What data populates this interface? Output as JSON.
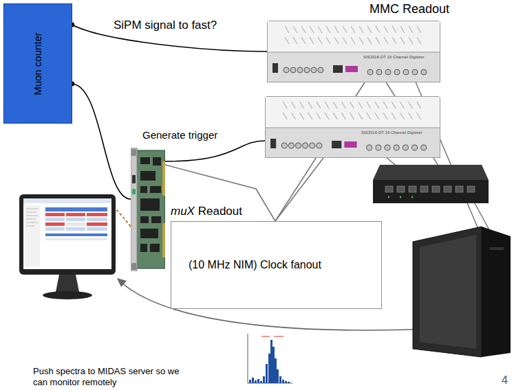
{
  "diagram": {
    "nodes": [
      {
        "text": [
          "Muon counter"
        ]
      },
      {
        "text": [
          "MMC Readout",
          "SIS3316-DT 16 Channel Digitizer"
        ]
      },
      {
        "text": [
          "SIS3316-DT 16 Channel Digitizer"
        ]
      },
      {
        "text": [
          "muX Readout"
        ]
      },
      {
        "text": [
          "(10 MHz NIM) Clock fanout"
        ]
      }
    ],
    "edges": [
      {
        "from": 0,
        "to": 1,
        "label": "SiPM signal to fast?",
        "arrow": "none"
      },
      {
        "from": 0,
        "to": 3,
        "arrow": "none"
      },
      {
        "from": 3,
        "to": 2,
        "label": "Generate trigger",
        "arrow": "none"
      },
      {
        "from": 4,
        "to": 1,
        "arrow": "none"
      },
      {
        "from": 4,
        "to": 2,
        "arrow": "none"
      },
      {
        "from": 4,
        "to": 3,
        "arrow": "none"
      }
    ],
    "labels": [
      "Push spectra to MIDAS server so we can monitor remotely",
      "4"
    ]
  }
}
